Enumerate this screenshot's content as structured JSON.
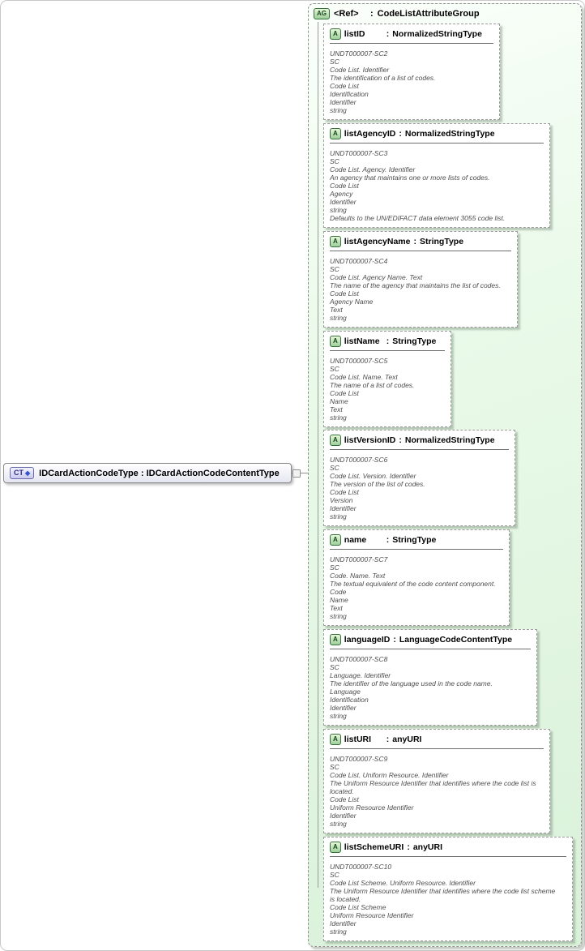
{
  "labels": {
    "colon": ":",
    "attr_badge": "A",
    "ag_badge": "AG",
    "ct_badge": "CT"
  },
  "icons": {
    "diamond": "◆"
  },
  "root": {
    "title": "IDCardActionCodeType : IDCardActionCodeContentType"
  },
  "ag": {
    "ref_label": "<Ref>",
    "name": "CodeListAttributeGroup",
    "attributes": [
      {
        "name": "listID",
        "type": "NormalizedStringType",
        "doc": "UNDT000007-SC2\nSC\nCode List. Identifier\nThe identification of a list of codes.\nCode List\nIdentification\nIdentifier\nstring"
      },
      {
        "name": "listAgencyID",
        "type": "NormalizedStringType",
        "doc": "UNDT000007-SC3\nSC\nCode List. Agency. Identifier\nAn agency that maintains one or more lists of codes.\nCode List\nAgency\nIdentifier\nstring\nDefaults to the UN/EDIFACT data element 3055 code list."
      },
      {
        "name": "listAgencyName",
        "type": "StringType",
        "doc": "UNDT000007-SC4\nSC\nCode List. Agency Name. Text\nThe name of the agency that maintains the list of codes.\nCode List\nAgency Name\nText\nstring"
      },
      {
        "name": "listName",
        "type": "StringType",
        "doc": "UNDT000007-SC5\nSC\nCode List. Name. Text\nThe name of a list of codes.\nCode List\nName\nText\nstring"
      },
      {
        "name": "listVersionID",
        "type": "NormalizedStringType",
        "doc": "UNDT000007-SC6\nSC\nCode List. Version. Identifier\nThe version of the list of codes.\nCode List\nVersion\nIdentifier\nstring"
      },
      {
        "name": "name",
        "type": "StringType",
        "doc": "UNDT000007-SC7\nSC\nCode. Name. Text\nThe textual equivalent of the code content component.\nCode\nName\nText\nstring"
      },
      {
        "name": "languageID",
        "type": "LanguageCodeContentType",
        "doc": "UNDT000007-SC8\nSC\nLanguage. Identifier\nThe identifier of the language used in the code name.\nLanguage\nIdentification\nIdentifier\nstring"
      },
      {
        "name": "listURI",
        "type": "anyURI",
        "doc": "UNDT000007-SC9\nSC\nCode List. Uniform Resource. Identifier\nThe Uniform Resource Identifier that identifies where the code list is\nlocated.\nCode List\nUniform Resource Identifier\nIdentifier\nstring"
      },
      {
        "name": "listSchemeURI",
        "type": "anyURI",
        "doc": "UNDT000007-SC10\nSC\nCode List Scheme. Uniform Resource. Identifier\nThe Uniform Resource Identifier that identifies where the code list scheme\nis located.\nCode List Scheme\nUniform Resource Identifier\nIdentifier\nstring"
      }
    ]
  }
}
